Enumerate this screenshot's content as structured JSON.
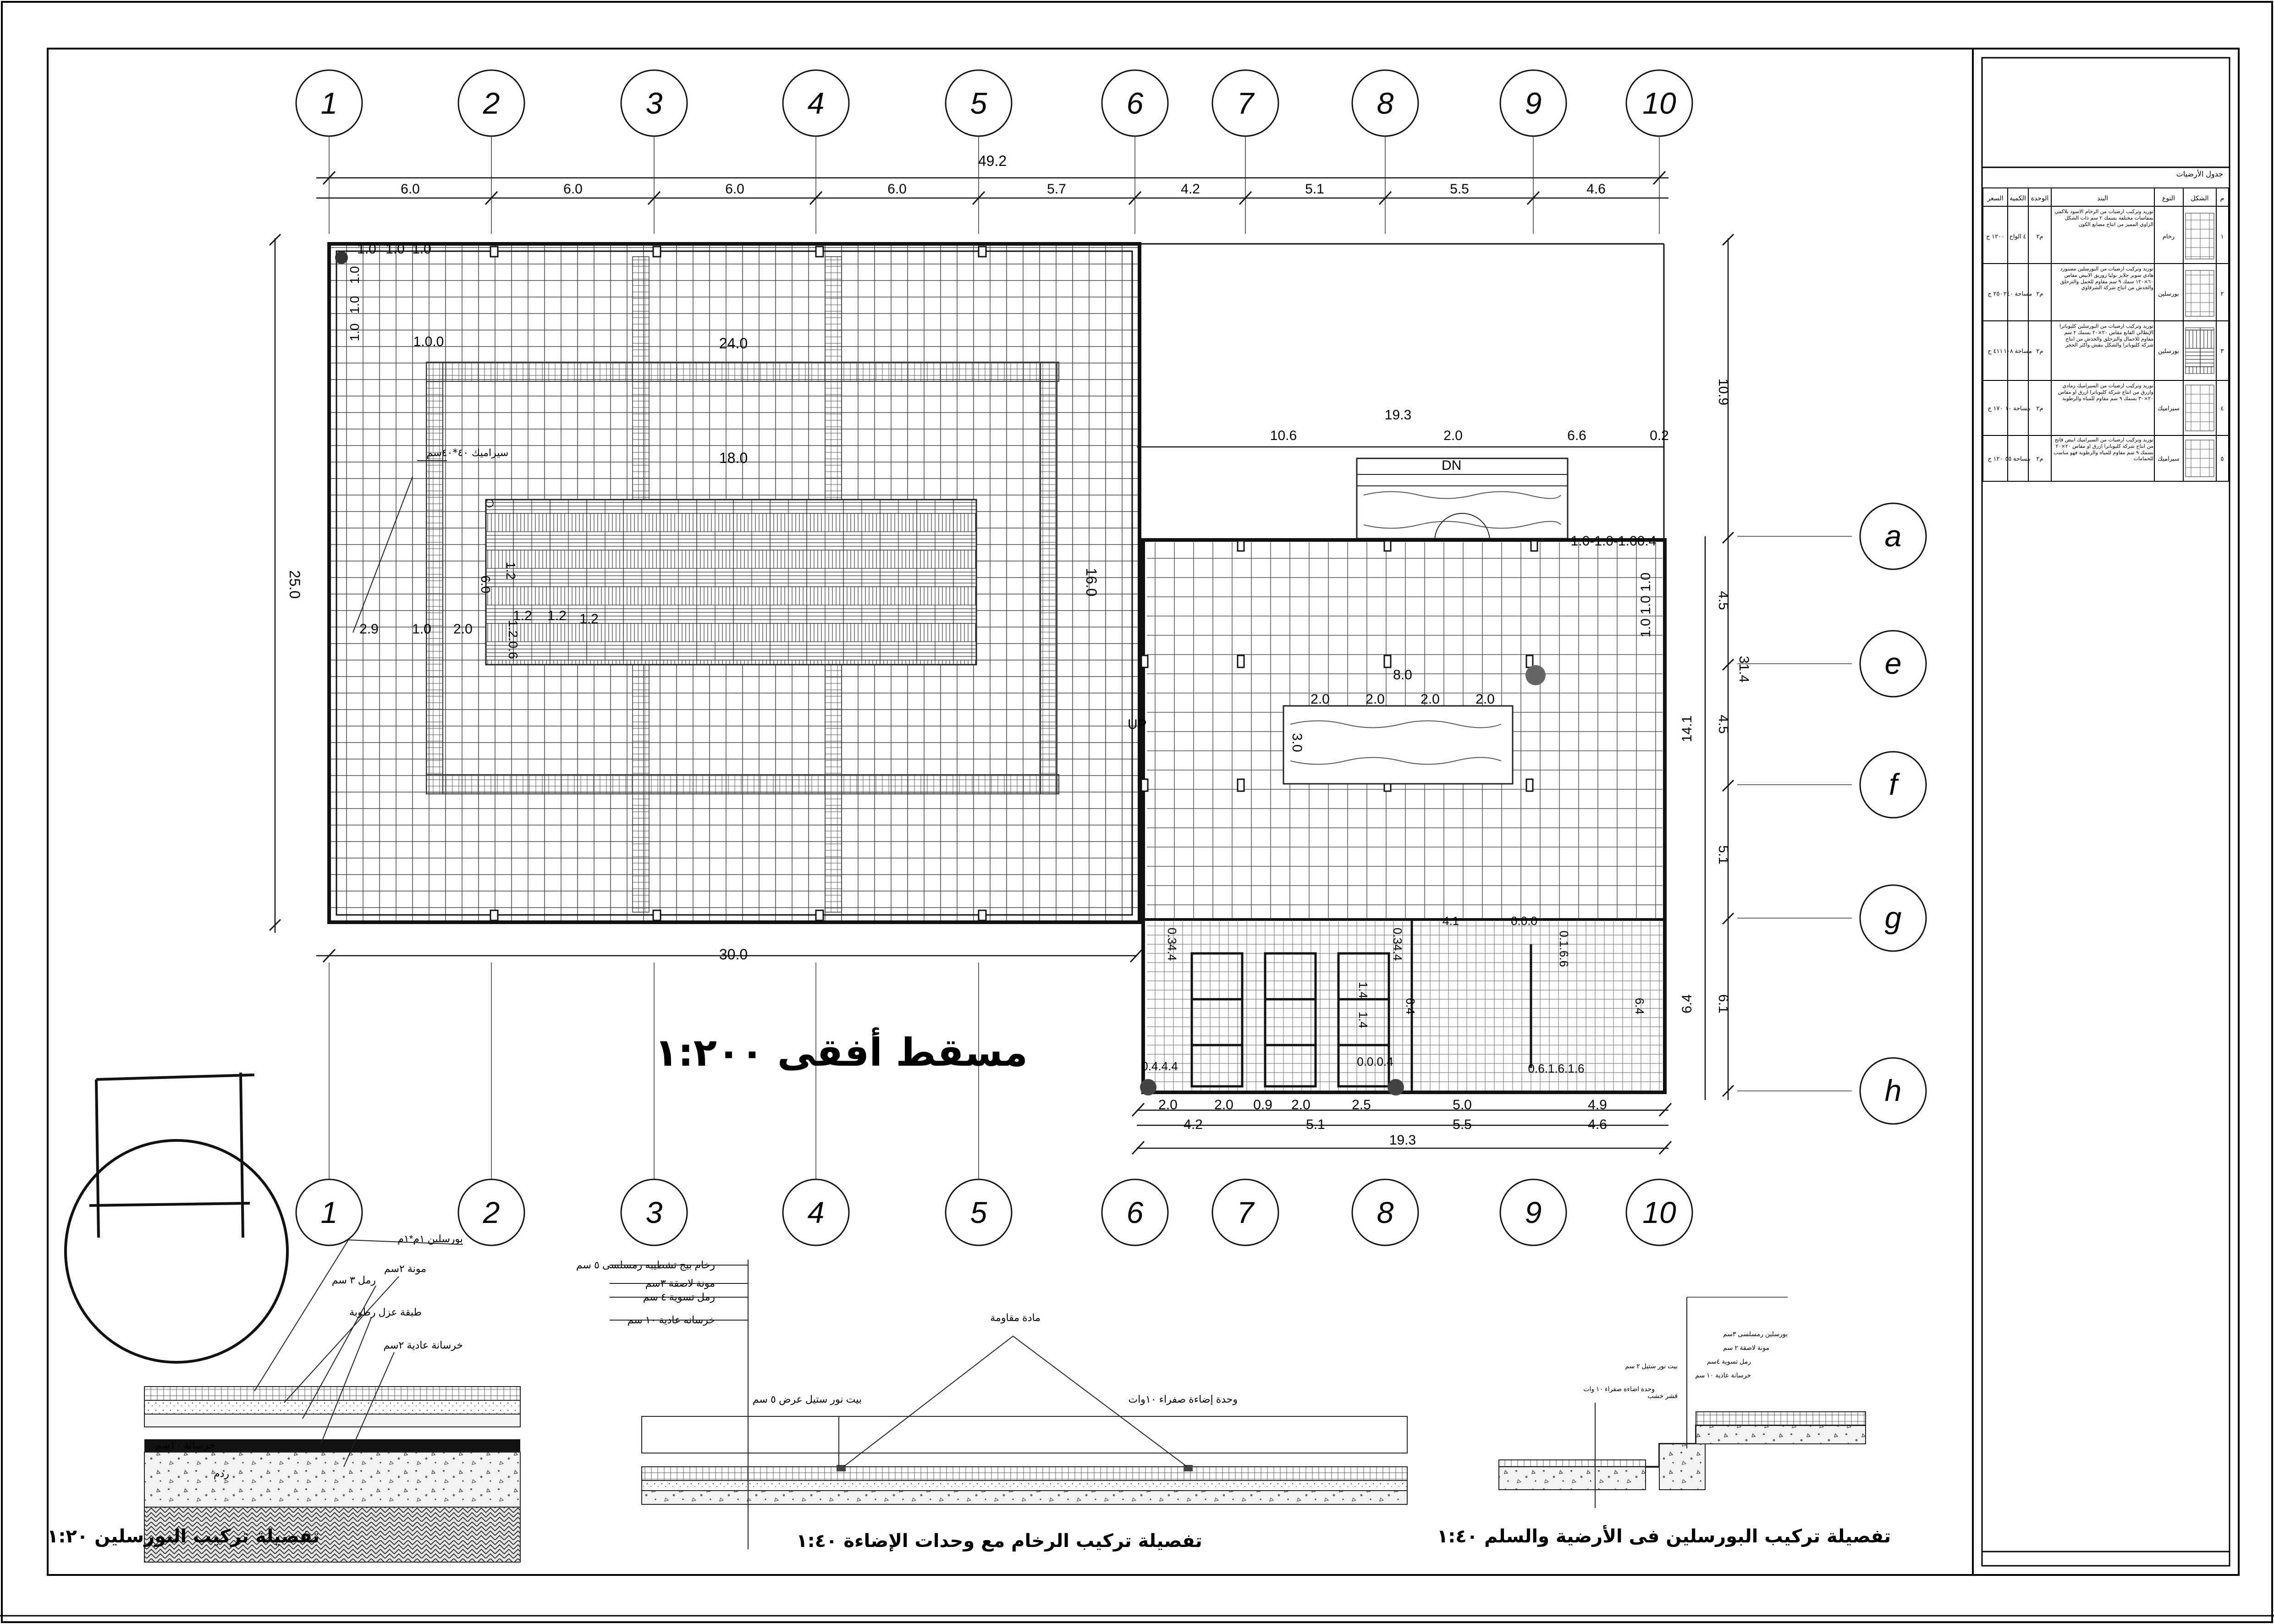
{
  "grid_axes": {
    "columns": [
      "1",
      "2",
      "3",
      "4",
      "5",
      "6",
      "7",
      "8",
      "9",
      "10"
    ],
    "rows": [
      "a",
      "e",
      "f",
      "g",
      "h"
    ]
  },
  "dimensions": {
    "overall_top": "49.2",
    "top_spans": [
      "6.0",
      "6.0",
      "6.0",
      "6.0",
      "5.7",
      "4.2",
      "5.1",
      "5.5",
      "4.6"
    ],
    "left_overall": "25.0",
    "right_overall": "31.4",
    "right_spans": [
      "4.5",
      "4.5",
      "5.1",
      "6.1"
    ],
    "right_upper": "10.9",
    "right_mid": "14.1",
    "right_lower": "6.4",
    "hall_length": "30.0",
    "hall_top_width": "24.0",
    "hall_inner_width": "18.0",
    "hall_inner_height": "16.0",
    "hall_left_row": [
      "2.9",
      "1.0",
      "2.0"
    ],
    "hall_grid_top": [
      "1.0",
      "1.0",
      "1.0"
    ],
    "hall_grid_left": [
      "1.0",
      "1.0",
      "1.0"
    ],
    "hall_grid_small": "1.0.0",
    "pattern_small": [
      "1.2",
      "1.2",
      "1.2",
      "1.2",
      "6.0",
      "1.2.0.6"
    ],
    "right_top_overall": "19.3",
    "right_top_spans": [
      "10.6",
      "2.0",
      "6.6",
      "0.2"
    ],
    "right_room_small": "1.0-1.0-1.00.4",
    "right_room_left": "1.0 1.0 1.0",
    "right_room_center": "8.0",
    "right_room_row": [
      "2.0",
      "2.0",
      "2.0",
      "2.0"
    ],
    "right_room_side": "3.0",
    "bottom_overall": "19.3",
    "bottom_row1": [
      "2.0",
      "2.0",
      "0.9",
      "2.0",
      "2.5",
      "5.0",
      "4.9"
    ],
    "bottom_row2": [
      "4.2",
      "5.1",
      "5.5",
      "4.6"
    ],
    "wc_dims": [
      "0.34.4",
      "0.34.4",
      "4.1",
      "0.0.0",
      "0.1.6.6",
      "1.4",
      "1.4",
      "6.4",
      "6.4",
      "0.4.4.4",
      "0.0.0.4",
      "0.6.1.6.1.6"
    ],
    "stair_up": "UP",
    "stair_dn": "DN"
  },
  "labels": {
    "plan_title": "مسقط أفقى ١:٢٠٠",
    "tile_note": "سيراميك ٤٠*٤٠سم",
    "detail1_title": "تفصيلة تركيب البورسلين ١:٢٠",
    "detail2_title": "تفصيلة تركيب الرخام مع وحدات الإضاءة ١:٤٠",
    "detail3_title": "تفصيلة تركيب البورسلين فى الأرضية والسلم ١:٤٠",
    "detail1_notes": [
      "بورسلين ١م*١م",
      "مونة ٢سم",
      "رمل ٣ سم",
      "طبقة عزل رطوبة",
      "خرسانة عادية ٢سم",
      "خرسانة ١٠سم",
      "ردم"
    ],
    "detail2_notes": [
      "رخام بيج تشطيبه رمسلسى ٥ سم",
      "مونة لاصقة ٣سم",
      "رمل تسوية ٤ سم",
      "خرسانه عادية ١٠ سم",
      "مادة مقاومة",
      "بيت نور ستيل عرض ٥ سم",
      "وحدة إضاءة صفراء ١٠وات"
    ],
    "detail3_notes": [
      "بورسلين رمسلسى ٣سم",
      "مونة لاصقة ٢ سم",
      "رمل تسوية ٤سم",
      "خرسانة عادية ١٠ سم",
      "بيت نور ستيل ٢ سم",
      "وحدة اضاءة صفراء ١٠ وات",
      "قشر خشب"
    ]
  },
  "schedule": {
    "title": "جدول الأرضيات",
    "headers": [
      "م",
      "الشكل",
      "النوع",
      "البند",
      "الوحدة",
      "الكمية",
      "السعر"
    ],
    "rows": [
      {
        "no": "١",
        "type": "رخام",
        "desc": "توريد وتركيب ارضيات من الرخام الاسود بلاكمي بمقاسات مختلفة بسمك ٢ سم ذات الشكل الزاوي المميز من انتاج مصانع الكون",
        "unit": "م٢",
        "qty": "٤ الواح",
        "price": "١٢٠٠ ج"
      },
      {
        "no": "٢",
        "type": "بورسلين",
        "desc": "توريد وتركيب ارضيات من البورسلين مستورد هادي سوبر جلايز بوليا زوريق الابيض مقاس ٦٠×١٢٠ سمك ٩ سم مقاوم للحمل والتزحلق والخدش من انتاج شركة الشرقاوي",
        "unit": "م٢",
        "qty": "مساحة ٢٤٠",
        "price": "٢٥٠ ج"
      },
      {
        "no": "٣",
        "type": "بورسلين",
        "desc": "توريد وتركيب ارضيات من البورسلين كليوباترا الإيطالي الفانع مقاس ٢٠×٢٠ بسمك ٢ سم مقاوم للاحمال والتزحلق والخدش من انتاج شركة كليوباترا والشكل بنقش واكثر الحجر",
        "unit": "م٢",
        "qty": "مساحة ١٠٨",
        "price": "٤١١ ج"
      },
      {
        "no": "٤",
        "type": "سيراميك",
        "desc": "توريد وتركيب ارضيات من السيراميك رمادي وازرق من انتاج شركة كليوباترا ازرق او مقاس ٢٠×٣٠ بسمك ٩ سم مقاوم للمياه والرطوبة",
        "unit": "م٢",
        "qty": "مساحة ١٠",
        "price": "١٧٠ ج"
      },
      {
        "no": "٥",
        "type": "سيراميك",
        "desc": "توريد وتركيب ارضيات من السيراميك ابيض فاتح من انتاج شركة كليوباترا ازرق او مقاس ٢٠×٢٠ بسمك ٩ سم مقاوم للمياه والرطوبة فهو مناسب للحمامات",
        "unit": "م٢",
        "qty": "مساحة ٥٥",
        "price": "١٢٠ ج"
      }
    ]
  }
}
